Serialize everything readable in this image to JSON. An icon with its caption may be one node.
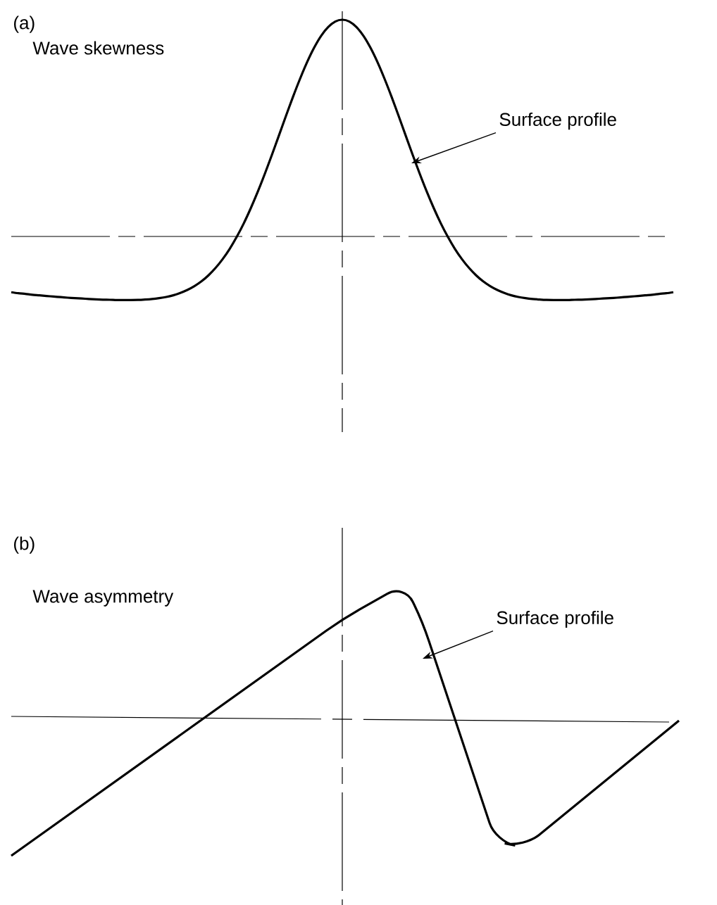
{
  "diagram": {
    "nodes": [
      {
        "text": [
          "Surface profile"
        ]
      },
      {
        "text": [
          "Surface profile"
        ]
      }
    ],
    "edges": [
      {
        "from": 0,
        "to": null,
        "arrow": "to"
      },
      {
        "from": 1,
        "to": null,
        "arrow": "to"
      }
    ],
    "labels": [
      "(a)",
      "Wave skewness",
      "(b)",
      "Wave asymmetry"
    ]
  }
}
